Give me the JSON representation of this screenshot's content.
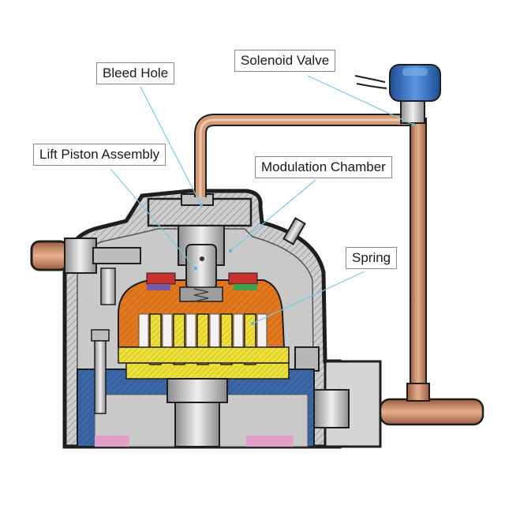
{
  "labels": {
    "bleed_hole": "Bleed Hole",
    "solenoid_valve": "Solenoid Valve",
    "lift_piston_assembly": "Lift Piston Assembly",
    "modulation_chamber": "Modulation Chamber",
    "spring": "Spring"
  },
  "colors": {
    "shell_outline": "#1e1e1e",
    "shell_fill": "#d9d9d9",
    "cavity": "#c8c8c8",
    "orange_scroll": "#e2781e",
    "yellow_scroll": "#eee03a",
    "blue_base": "#3a67a8",
    "copper_pipe": "#c98a66",
    "solenoid_blue": "#2f6fc0",
    "callout_line": "#7cc7e6"
  }
}
